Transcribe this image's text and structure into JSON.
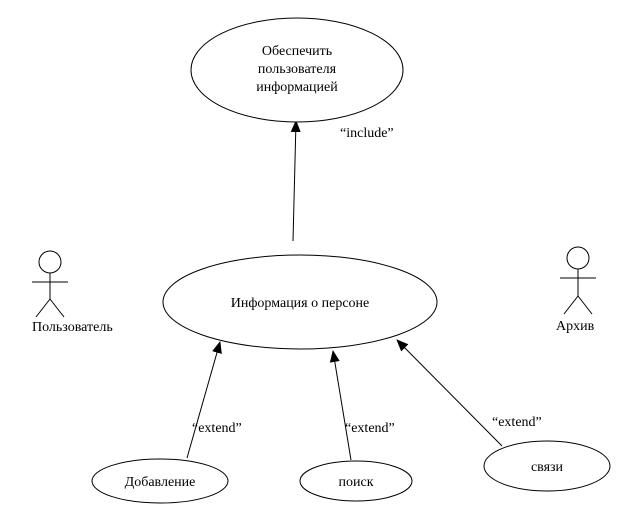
{
  "diagram": {
    "title": "use-case-diagram",
    "colors": {
      "background": "#ffffff",
      "stroke": "#000000",
      "text": "#000000"
    },
    "nodes": {
      "provide_info": {
        "type": "usecase",
        "label_lines": [
          "Обеспечить",
          "пользователя",
          "информацией"
        ]
      },
      "person_info": {
        "type": "usecase",
        "label": "Информация о персоне"
      },
      "add": {
        "type": "usecase",
        "label": "Добавление"
      },
      "search": {
        "type": "usecase",
        "label": "поиск"
      },
      "links": {
        "type": "usecase",
        "label": "связи"
      }
    },
    "actors": {
      "user": {
        "label": "Пользователь"
      },
      "archive": {
        "label": "Архив"
      }
    },
    "edges": {
      "include": {
        "from": "person_info",
        "to": "provide_info",
        "label": "“include”"
      },
      "extend_add": {
        "from": "add",
        "to": "person_info",
        "label": "“extend”"
      },
      "extend_search": {
        "from": "search",
        "to": "person_info",
        "label": "“extend”"
      },
      "extend_links": {
        "from": "links",
        "to": "person_info",
        "label": "“extend”"
      }
    }
  }
}
